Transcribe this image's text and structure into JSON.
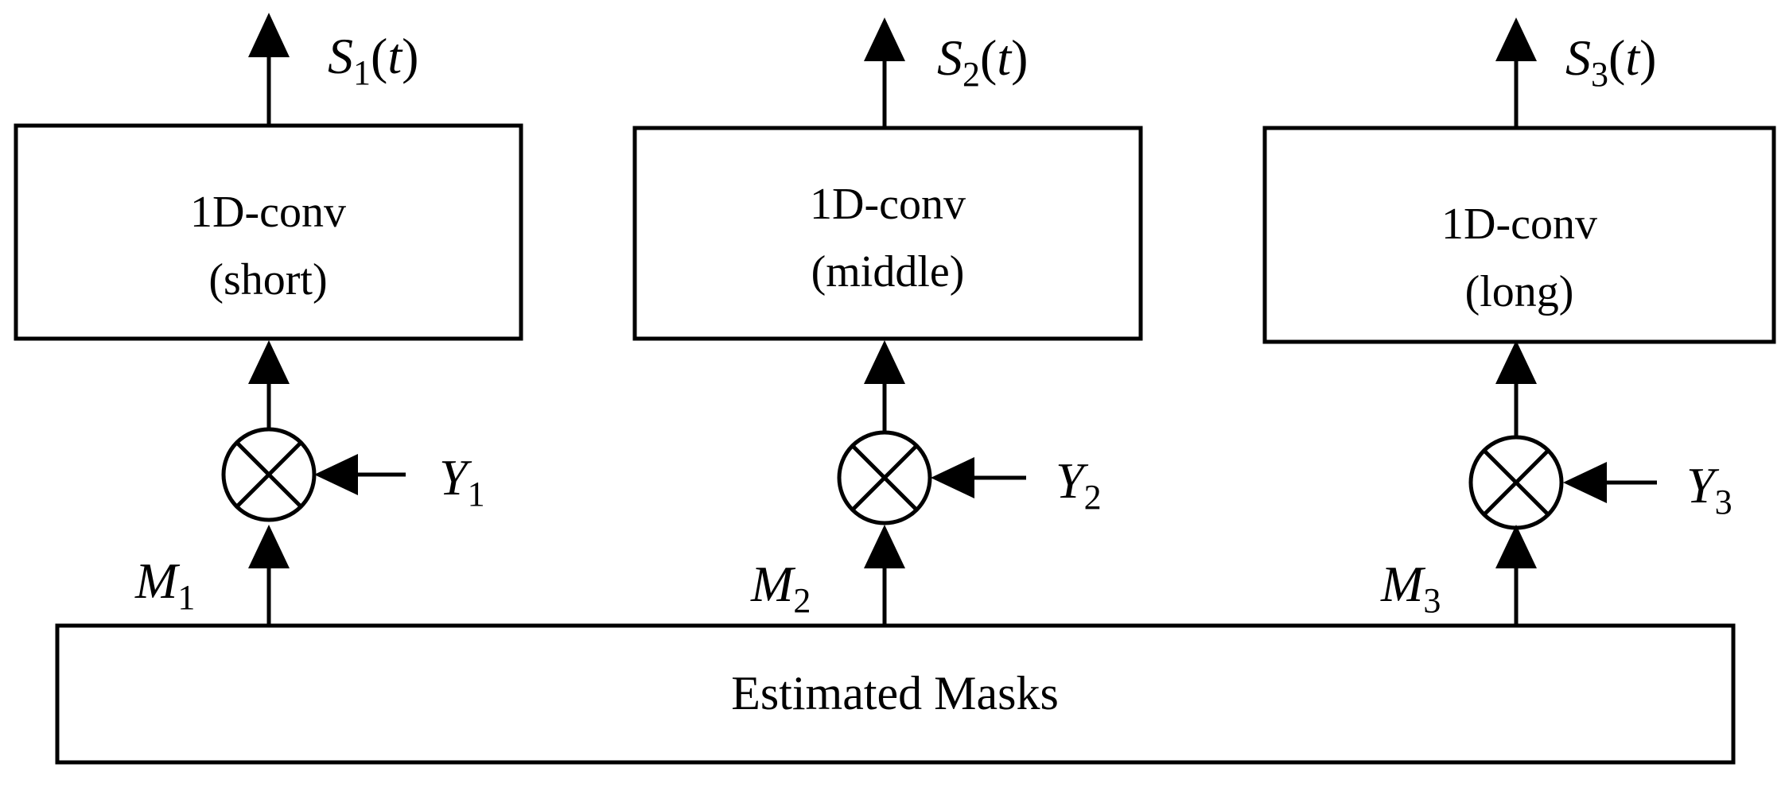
{
  "blocks": [
    {
      "line1": "1D-conv",
      "line2": "(short)",
      "output": {
        "var": "S",
        "sub": "1",
        "arg": "t"
      },
      "input": {
        "var": "Y",
        "sub": "1"
      },
      "mask": {
        "var": "M",
        "sub": "1"
      }
    },
    {
      "line1": "1D-conv",
      "line2": "(middle)",
      "output": {
        "var": "S",
        "sub": "2",
        "arg": "t"
      },
      "input": {
        "var": "Y",
        "sub": "2"
      },
      "mask": {
        "var": "M",
        "sub": "2"
      }
    },
    {
      "line1": "1D-conv",
      "line2": "(long)",
      "output": {
        "var": "S",
        "sub": "3",
        "arg": "t"
      },
      "input": {
        "var": "Y",
        "sub": "3"
      },
      "mask": {
        "var": "M",
        "sub": "3"
      }
    }
  ],
  "estimator": {
    "label": "Estimated Masks"
  }
}
